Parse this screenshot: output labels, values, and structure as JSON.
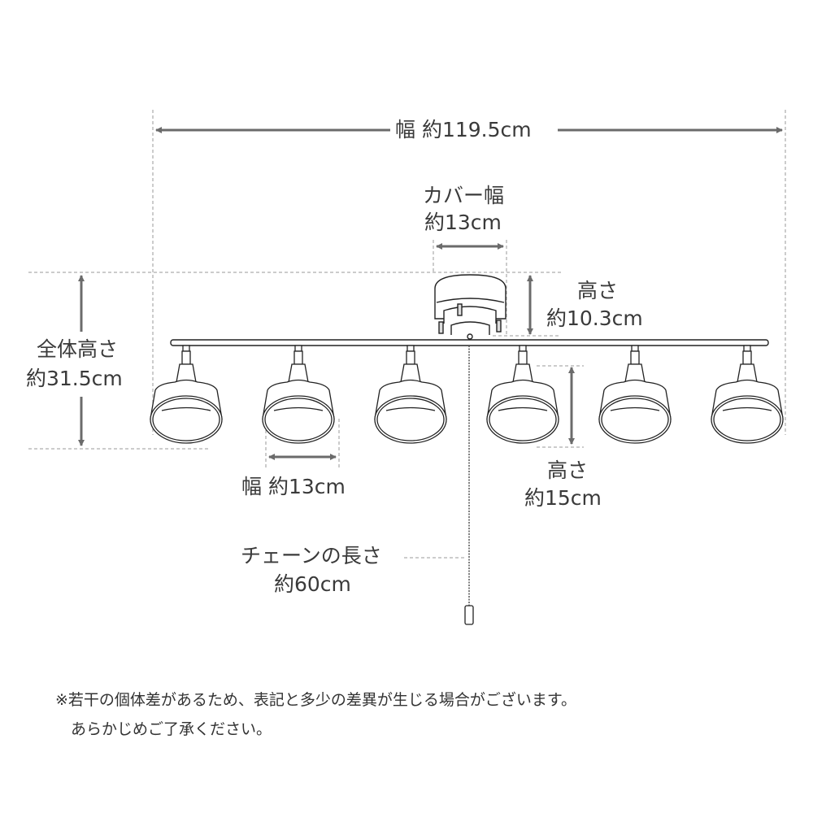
{
  "labels": {
    "total_width": "幅 約119.5cm",
    "cover_width_title": "カバー幅",
    "cover_width_value": "約13cm",
    "canopy_height_title": "高さ",
    "canopy_height_value": "約10.3cm",
    "total_height_title": "全体高さ",
    "total_height_value": "約31.5cm",
    "shade_width": "幅 約13cm",
    "shade_height_title": "高さ",
    "shade_height_value": "約15cm",
    "chain_title": "チェーンの長さ",
    "chain_value": "約60cm"
  },
  "notes": [
    "※若干の個体差があるため、表記と多少の差異が生じる場合がございます。",
    "　あらかじめご了承ください。"
  ],
  "colors": {
    "arrow": "#6b6b6b",
    "line": "#222222",
    "dash": "#999999"
  }
}
